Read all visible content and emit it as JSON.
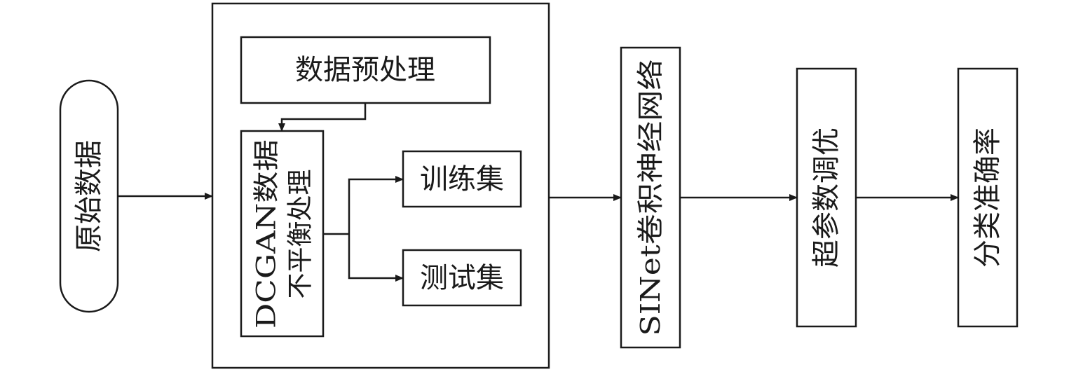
{
  "colors": {
    "line": "#1a1a1a",
    "background": "#ffffff"
  },
  "nodes": {
    "raw_data": "原始数据",
    "preprocess": "数据预处理",
    "dcgan_line1": "DCGAN数据",
    "dcgan_line2": "不平衡处理",
    "train_set": "训练集",
    "test_set": "测试集",
    "sinet": "SINet卷积神经网络",
    "hyperparam": "超参数调优",
    "accuracy": "分类准确率"
  }
}
